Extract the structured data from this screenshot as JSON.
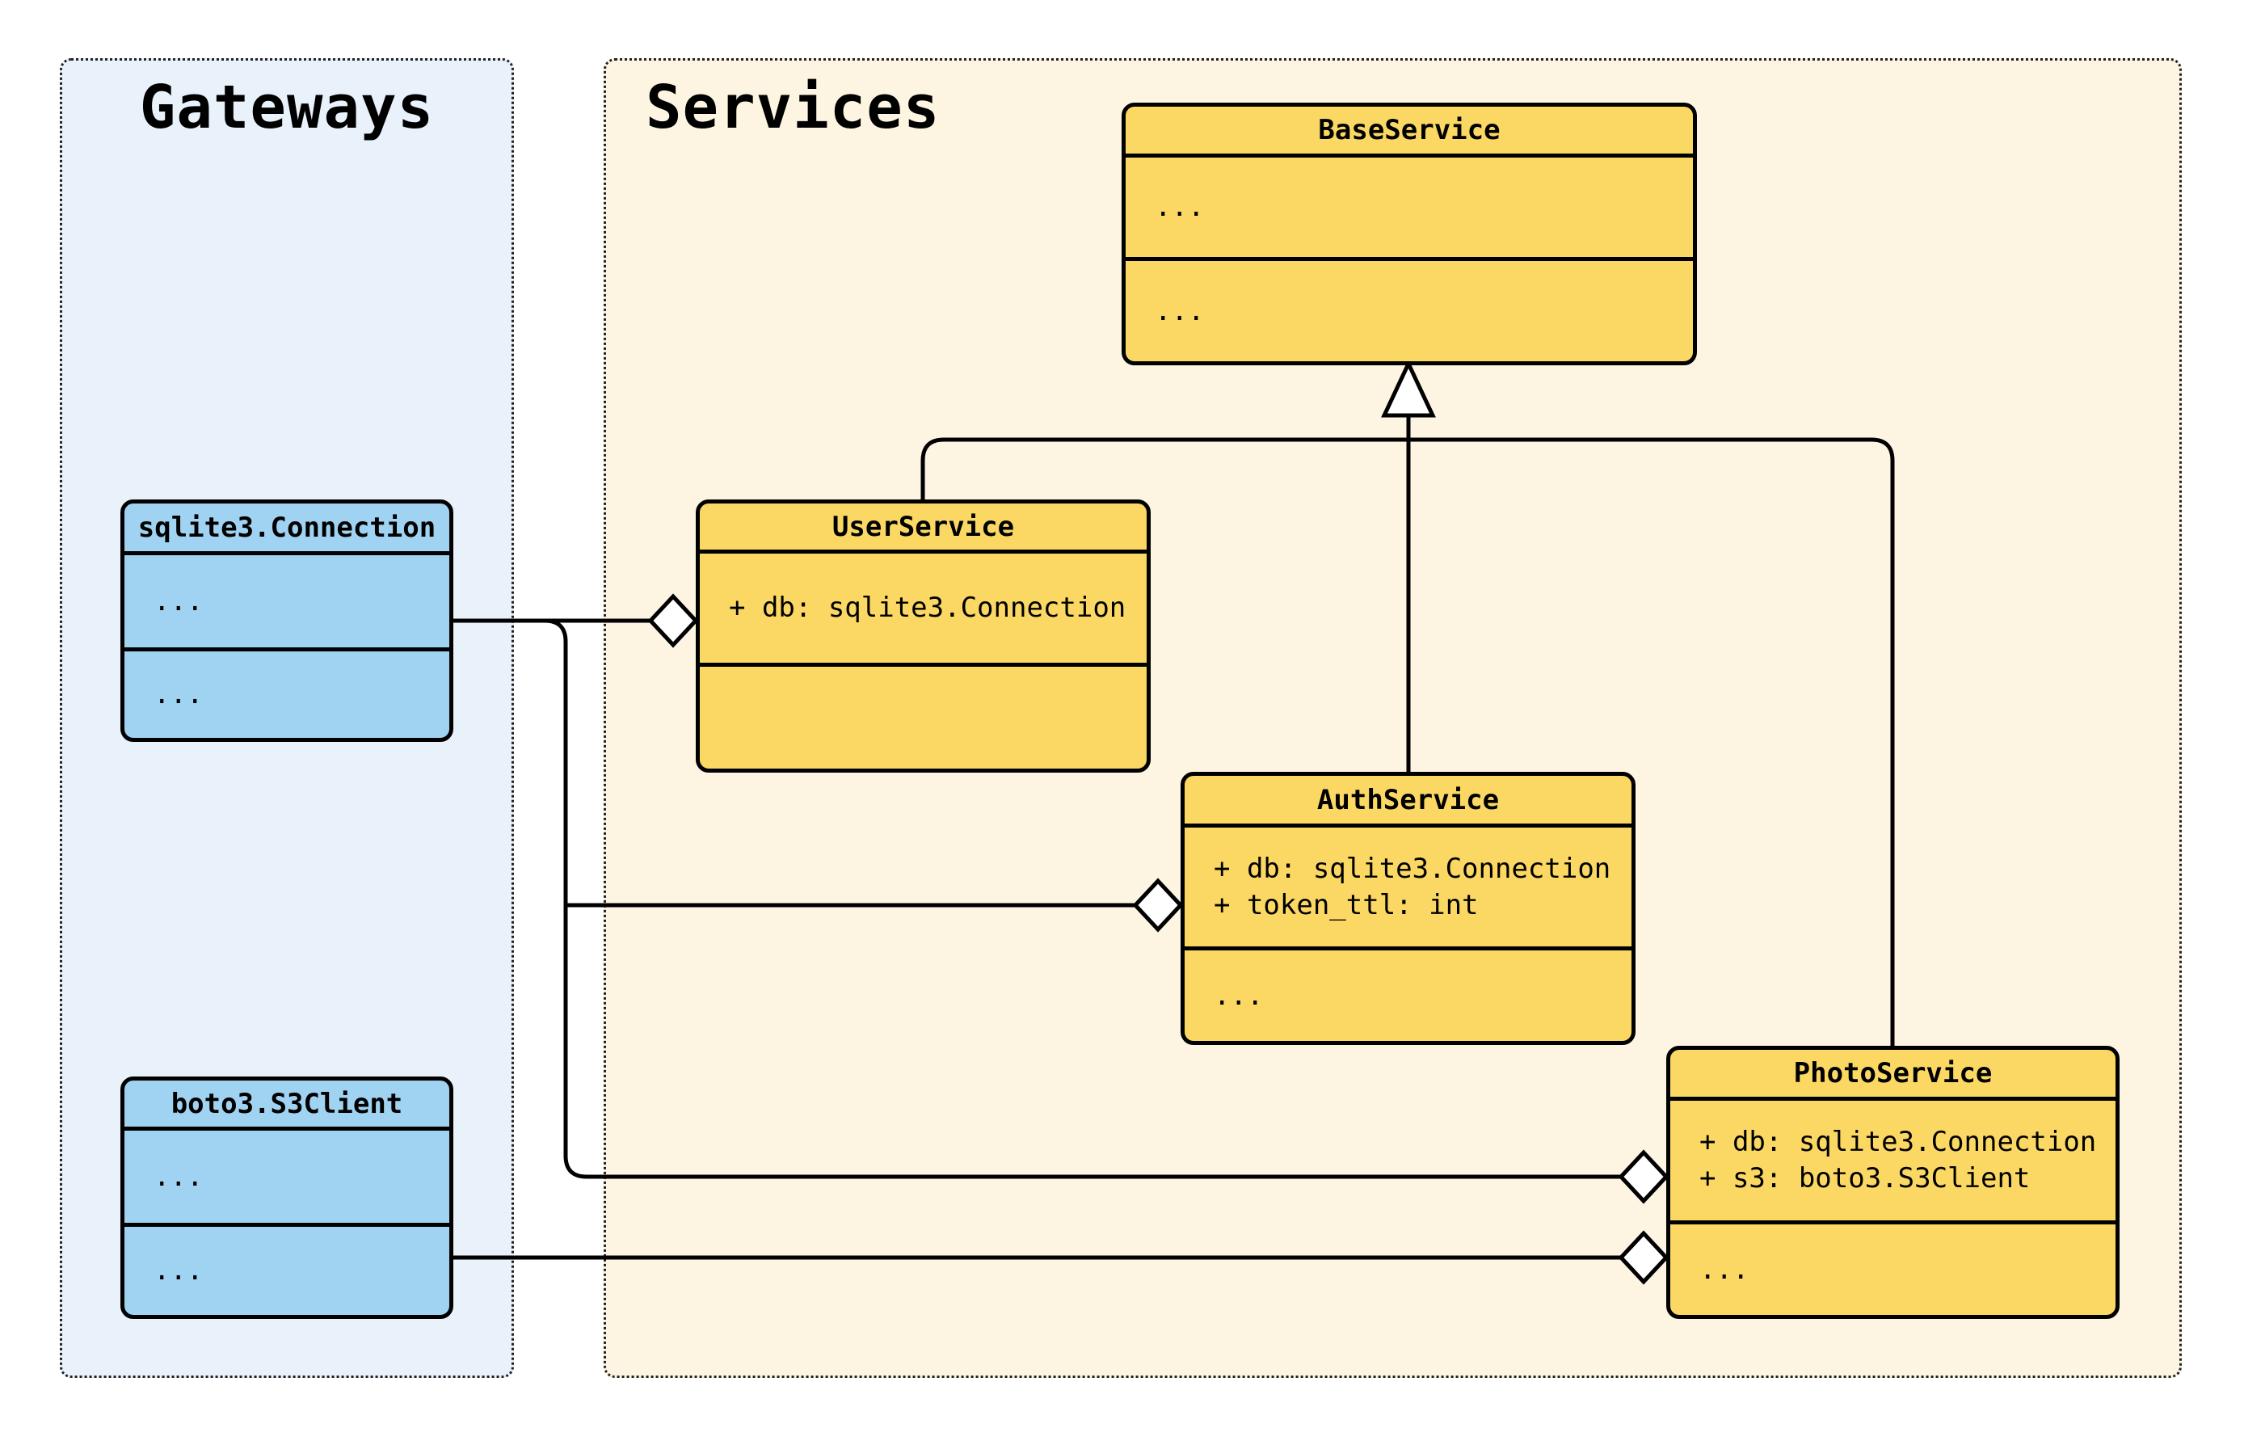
{
  "panels": {
    "gateways": {
      "title": "Gateways"
    },
    "services": {
      "title": "Services"
    }
  },
  "classes": {
    "sqlite3_connection": {
      "name": "sqlite3.Connection",
      "attributes": [
        "..."
      ],
      "methods": [
        "..."
      ]
    },
    "boto3_s3client": {
      "name": "boto3.S3Client",
      "attributes": [
        "..."
      ],
      "methods": [
        "..."
      ]
    },
    "base_service": {
      "name": "BaseService",
      "attributes": [
        "..."
      ],
      "methods": [
        "..."
      ]
    },
    "user_service": {
      "name": "UserService",
      "attributes": [
        "+ db: sqlite3.Connection"
      ],
      "methods": []
    },
    "auth_service": {
      "name": "AuthService",
      "attributes": [
        "+ db: sqlite3.Connection",
        "+ token_ttl: int"
      ],
      "methods": [
        "..."
      ]
    },
    "photo_service": {
      "name": "PhotoService",
      "attributes": [
        "+ db: sqlite3.Connection",
        "+ s3: boto3.S3Client"
      ],
      "methods": [
        "..."
      ]
    }
  },
  "relationships": {
    "inheritance": [
      {
        "child": "UserService",
        "parent": "BaseService"
      },
      {
        "child": "AuthService",
        "parent": "BaseService"
      },
      {
        "child": "PhotoService",
        "parent": "BaseService"
      }
    ],
    "aggregations": [
      {
        "owner": "UserService",
        "part": "sqlite3.Connection"
      },
      {
        "owner": "AuthService",
        "part": "sqlite3.Connection"
      },
      {
        "owner": "PhotoService",
        "part": "sqlite3.Connection"
      },
      {
        "owner": "PhotoService",
        "part": "boto3.S3Client"
      }
    ]
  },
  "colors": {
    "service_class_fill": "#FBD863",
    "gateway_class_fill": "#9FD3F1",
    "services_panel_bg": "#FDF5E1",
    "gateways_panel_bg": "#E9F1FA",
    "stroke": "#000000",
    "page_bg": "#FFFFFF"
  }
}
